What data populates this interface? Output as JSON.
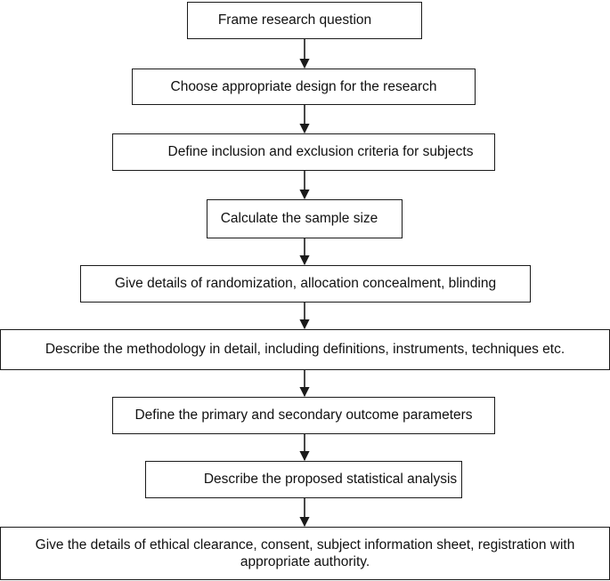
{
  "diagram": {
    "steps": [
      {
        "label": "Frame research question"
      },
      {
        "label": "Choose appropriate design for the research"
      },
      {
        "label": "Define inclusion and exclusion criteria for subjects"
      },
      {
        "label": "Calculate the sample size"
      },
      {
        "label": "Give details of randomization, allocation concealment, blinding"
      },
      {
        "label": "Describe the methodology in detail, including definitions, instruments, techniques etc."
      },
      {
        "label": "Define the primary and secondary outcome parameters"
      },
      {
        "label": "Describe the proposed statistical analysis"
      },
      {
        "label": "Give the details of ethical clearance, consent, subject information sheet, registration with appropriate authority."
      }
    ],
    "line_color": "#1a1a1a"
  }
}
